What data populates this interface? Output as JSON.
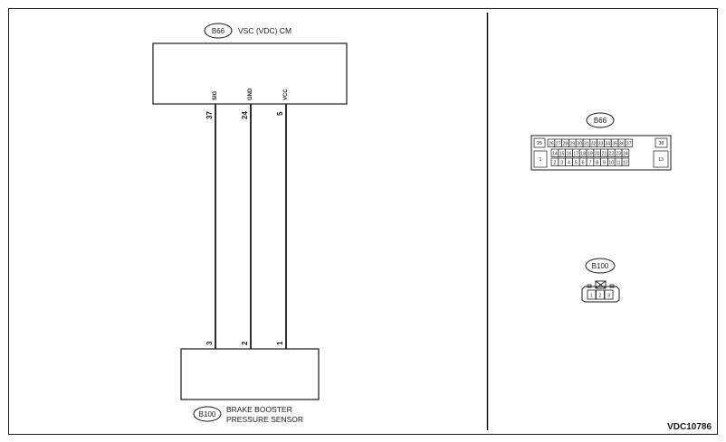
{
  "figure": {
    "doc_id": "VDC10786"
  },
  "module": {
    "connector": "B66",
    "title": "VSC (VDC) CM"
  },
  "sensor": {
    "connector": "B100",
    "title_line1": "BRAKE BOOSTER",
    "title_line2": "PRESSURE SENSOR"
  },
  "wires": [
    {
      "signal": "SIG",
      "module_pin": "37",
      "sensor_pin": "3"
    },
    {
      "signal": "GND",
      "module_pin": "24",
      "sensor_pin": "2"
    },
    {
      "signal": "VCC",
      "module_pin": "5",
      "sensor_pin": "1"
    }
  ],
  "connector_b66": {
    "label": "B66",
    "top_left": "25",
    "top_row": [
      "26",
      "27",
      "28",
      "29",
      "30",
      "31",
      "32",
      "33",
      "34",
      "35",
      "36",
      "37"
    ],
    "top_right": "38",
    "mid_row": [
      "14",
      "15",
      "16",
      "17",
      "18",
      "19",
      "20",
      "21",
      "22",
      "23",
      "24"
    ],
    "bottom_row": [
      "2",
      "3",
      "4",
      "5",
      "6",
      "7",
      "8",
      "9",
      "10",
      "11",
      "12"
    ],
    "left_big": "1",
    "right_big": "13"
  },
  "connector_b100": {
    "label": "B100",
    "cavities": [
      "1",
      "2",
      "3"
    ]
  }
}
